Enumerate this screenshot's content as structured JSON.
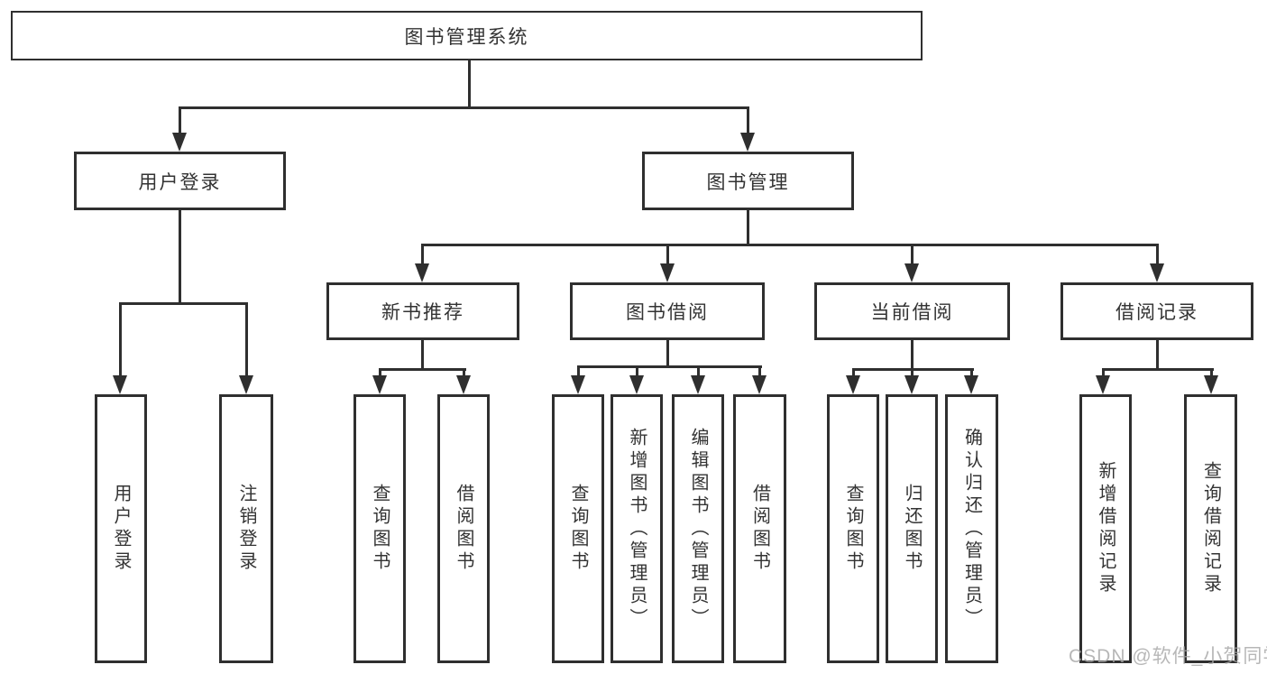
{
  "diagram_title": "图书管理系统",
  "tree": {
    "root": {
      "label": "图书管理系统"
    },
    "branches": [
      {
        "label": "用户登录",
        "leaves": [
          {
            "label": "用户登录"
          },
          {
            "label": "注销登录"
          }
        ]
      },
      {
        "label": "图书管理",
        "groups": [
          {
            "label": "新书推荐",
            "leaves": [
              {
                "label": "查询图书"
              },
              {
                "label": "借阅图书"
              }
            ]
          },
          {
            "label": "图书借阅",
            "leaves": [
              {
                "label": "查询图书"
              },
              {
                "label": "新增图书（管理员）"
              },
              {
                "label": "编辑图书（管理员）"
              },
              {
                "label": "借阅图书"
              }
            ]
          },
          {
            "label": "当前借阅",
            "leaves": [
              {
                "label": "查询图书"
              },
              {
                "label": "归还图书"
              },
              {
                "label": "确认归还（管理员）"
              }
            ]
          },
          {
            "label": "借阅记录",
            "leaves": [
              {
                "label": "新增借阅记录"
              },
              {
                "label": "查询借阅记录"
              }
            ]
          }
        ]
      }
    ]
  },
  "watermark": {
    "text": "CSDN @软件_小贺同学"
  },
  "colors": {
    "line": "#2f2f2f",
    "text": "#333333",
    "background": "#ffffff",
    "watermark": "#a6a6a6"
  }
}
